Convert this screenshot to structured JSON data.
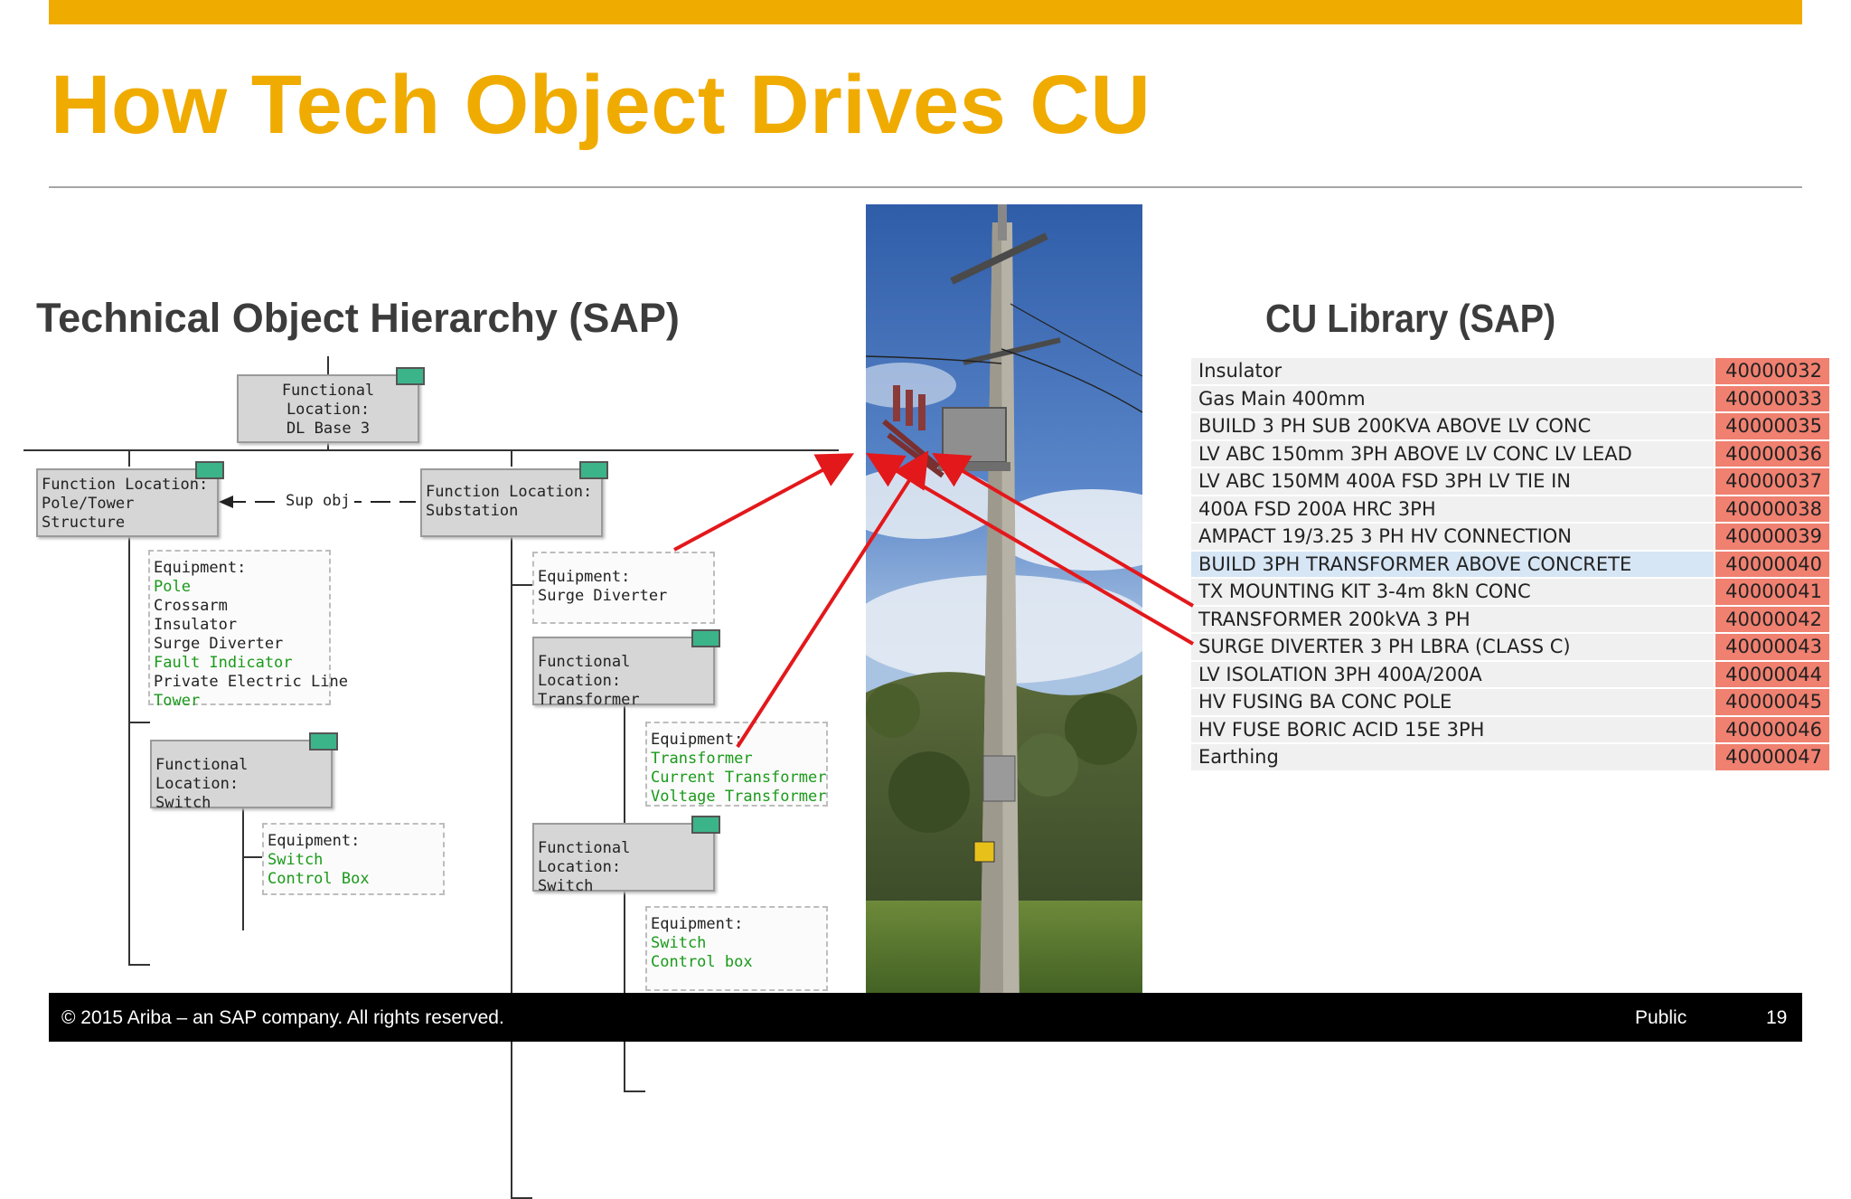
{
  "slide": {
    "title": "How Tech Object Drives CU",
    "section_left": "Technical Object Hierarchy (SAP)",
    "section_right": "CU Library (SAP)"
  },
  "hierarchy": {
    "root": {
      "line1": "Functional Location:",
      "line2": "DL Base 3"
    },
    "pole": {
      "line1": "Function Location:",
      "line2": "Pole/Tower",
      "line3": "Structure"
    },
    "sup_obj": "Sup obj",
    "substation": {
      "line1": "Function Location:",
      "line2": "Substation"
    },
    "pole_equipment": {
      "header": "Equipment:",
      "items": [
        "Pole",
        "Crossarm",
        "Insulator",
        "Surge Diverter",
        "Fault Indicator",
        "Private Electric Line",
        "Tower"
      ]
    },
    "pole_switch": {
      "line1": "Functional Location:",
      "line2": "Switch"
    },
    "pole_switch_equipment": {
      "header": "Equipment:",
      "items": [
        "Switch",
        "Control Box"
      ]
    },
    "sub_equipment": {
      "header": "Equipment:",
      "items": [
        "Surge Diverter"
      ]
    },
    "transformer": {
      "line1": "Functional Location:",
      "line2": "Transformer"
    },
    "transformer_equipment": {
      "header": "Equipment:",
      "items": [
        "Transformer",
        "Current Transformer",
        "Voltage Transformer"
      ]
    },
    "sub_switch": {
      "line1": "Functional Location:",
      "line2": "Switch"
    },
    "sub_switch_equipment": {
      "header": "Equipment:",
      "items": [
        "Switch",
        "Control box"
      ]
    }
  },
  "cu_library": {
    "rows": [
      {
        "name": "Insulator",
        "code": "40000032"
      },
      {
        "name": "Gas Main 400mm",
        "code": "40000033"
      },
      {
        "name": "BUILD 3 PH SUB 200KVA ABOVE LV CONC",
        "code": "40000035"
      },
      {
        "name": "LV ABC 150mm 3PH ABOVE LV CONC LV LEAD",
        "code": "40000036"
      },
      {
        "name": "LV ABC 150MM 400A FSD 3PH LV TIE IN",
        "code": "40000037"
      },
      {
        "name": "400A FSD 200A HRC 3PH",
        "code": "40000038"
      },
      {
        "name": "AMPACT 19/3.25 3 PH HV CONNECTION",
        "code": "40000039"
      },
      {
        "name": "BUILD 3PH TRANSFORMER ABOVE CONCRETE",
        "code": "40000040"
      },
      {
        "name": "TX MOUNTING KIT 3-4m 8kN CONC",
        "code": "40000041"
      },
      {
        "name": "TRANSFORMER 200kVA 3 PH",
        "code": "40000042"
      },
      {
        "name": "SURGE DIVERTER 3 PH LBRA (CLASS C)",
        "code": "40000043"
      },
      {
        "name": "LV ISOLATION 3PH 400A/200A",
        "code": "40000044"
      },
      {
        "name": "HV FUSING BA CONC POLE",
        "code": "40000045"
      },
      {
        "name": "HV FUSE BORIC ACID 15E 3PH",
        "code": "40000046"
      },
      {
        "name": "Earthing",
        "code": "40000047"
      }
    ],
    "highlight_color": "#d7e6f5",
    "code_color": "#f08070"
  },
  "footer": {
    "copyright": "© 2015 Ariba – an SAP company. All rights reserved.",
    "classification": "Public",
    "page_number": "19"
  },
  "colors": {
    "accent": "#f0ab00",
    "arrow": "#e3181b",
    "equipment_green": "#1a9a1a"
  }
}
